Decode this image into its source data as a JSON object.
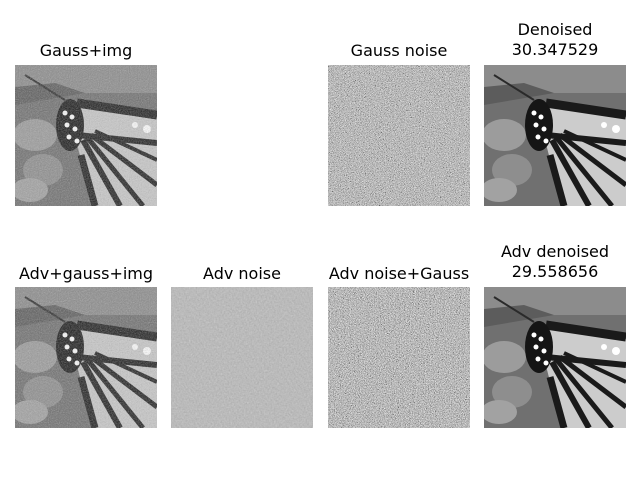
{
  "panels": [
    {
      "title_line1": "Gauss+img",
      "title_line2": "",
      "type": "butterfly",
      "variant": "noisy"
    },
    {
      "title_line1": "",
      "title_line2": "",
      "type": "empty"
    },
    {
      "title_line1": "Gauss noise",
      "title_line2": "",
      "type": "noise",
      "variant": "strong"
    },
    {
      "title_line1": "Denoised",
      "title_line2": "30.347529",
      "type": "butterfly",
      "variant": "smooth"
    },
    {
      "title_line1": "Adv+gauss+img",
      "title_line2": "",
      "type": "butterfly",
      "variant": "noisy"
    },
    {
      "title_line1": "Adv noise",
      "title_line2": "",
      "type": "noise",
      "variant": "weak"
    },
    {
      "title_line1": "Adv noise+Gauss",
      "title_line2": "",
      "type": "noise",
      "variant": "strong"
    },
    {
      "title_line1": "Adv denoised",
      "title_line2": "29.558656",
      "type": "butterfly",
      "variant": "smooth"
    }
  ],
  "colors": {
    "background": "#ffffff",
    "noise_gray": "#808080",
    "weak_noise_gray": "#7d7d7d"
  }
}
